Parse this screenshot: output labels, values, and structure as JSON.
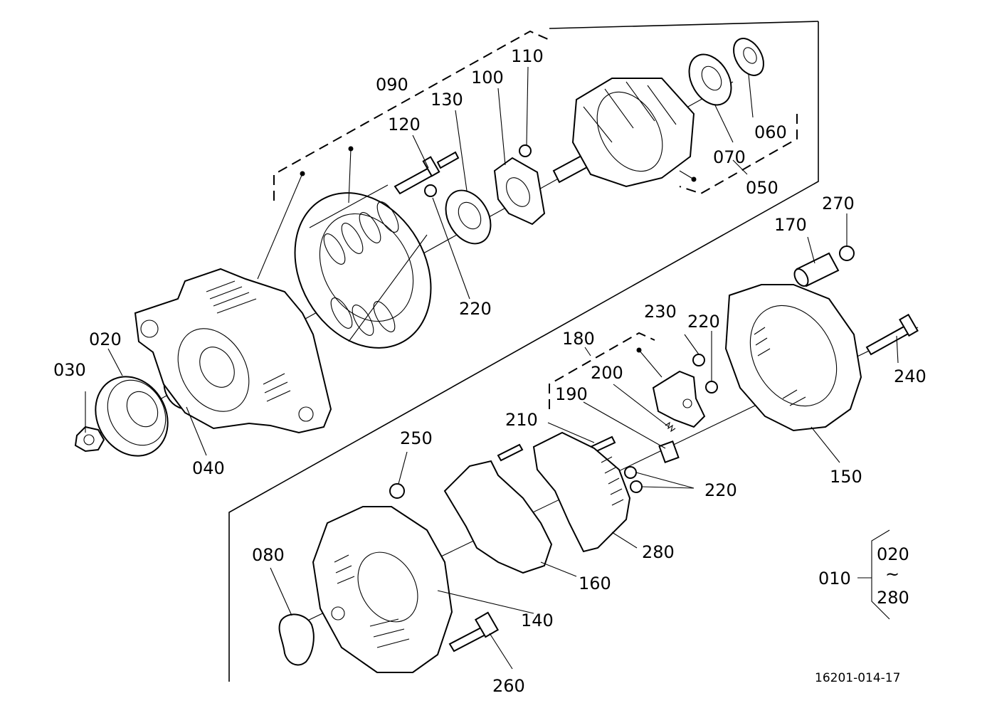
{
  "diagram": {
    "drawing_code": "16201-014-17",
    "labels": {
      "p010": "010",
      "p020": "020",
      "p030": "030",
      "p040": "040",
      "p050": "050",
      "p060": "060",
      "p070": "070",
      "p080": "080",
      "p090": "090",
      "p100": "100",
      "p110": "110",
      "p120": "120",
      "p130": "130",
      "p140": "140",
      "p150": "150",
      "p160": "160",
      "p170": "170",
      "p180": "180",
      "p190": "190",
      "p200": "200",
      "p210": "210",
      "p220_a": "220",
      "p220_b": "220",
      "p220_c": "220",
      "p230": "230",
      "p240": "240",
      "p250": "250",
      "p260": "260",
      "p270": "270",
      "p280": "280",
      "range_start": "020",
      "range_tilde": "~",
      "range_end": "280"
    }
  }
}
